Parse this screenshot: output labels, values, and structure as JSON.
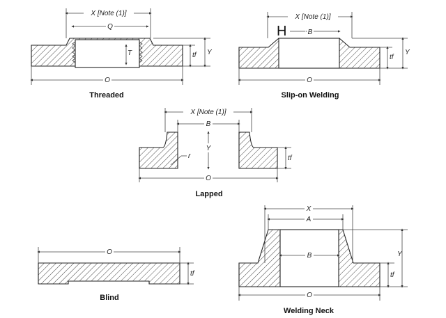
{
  "threaded": {
    "caption": "Threaded",
    "dim_x": "X [Note (1)]",
    "dim_q": "Q",
    "dim_t": "T",
    "dim_tf": "tf",
    "dim_y": "Y",
    "dim_o": "O"
  },
  "slipon": {
    "caption": "Slip-on Welding",
    "dim_x": "X [Note (1)]",
    "dim_h": "H",
    "dim_b": "B",
    "dim_tf": "tf",
    "dim_y": "Y",
    "dim_o": "O"
  },
  "lapped": {
    "caption": "Lapped",
    "dim_x": "X [Note (1)]",
    "dim_b": "B",
    "dim_r": "r",
    "dim_y": "Y",
    "dim_tf": "tf",
    "dim_o": "O"
  },
  "blind": {
    "caption": "Blind",
    "dim_o": "O",
    "dim_tf": "tf"
  },
  "weldneck": {
    "caption": "Welding Neck",
    "dim_x": "X",
    "dim_a": "A",
    "dim_b": "B",
    "dim_y": "Y",
    "dim_tf": "tf",
    "dim_o": "O"
  }
}
